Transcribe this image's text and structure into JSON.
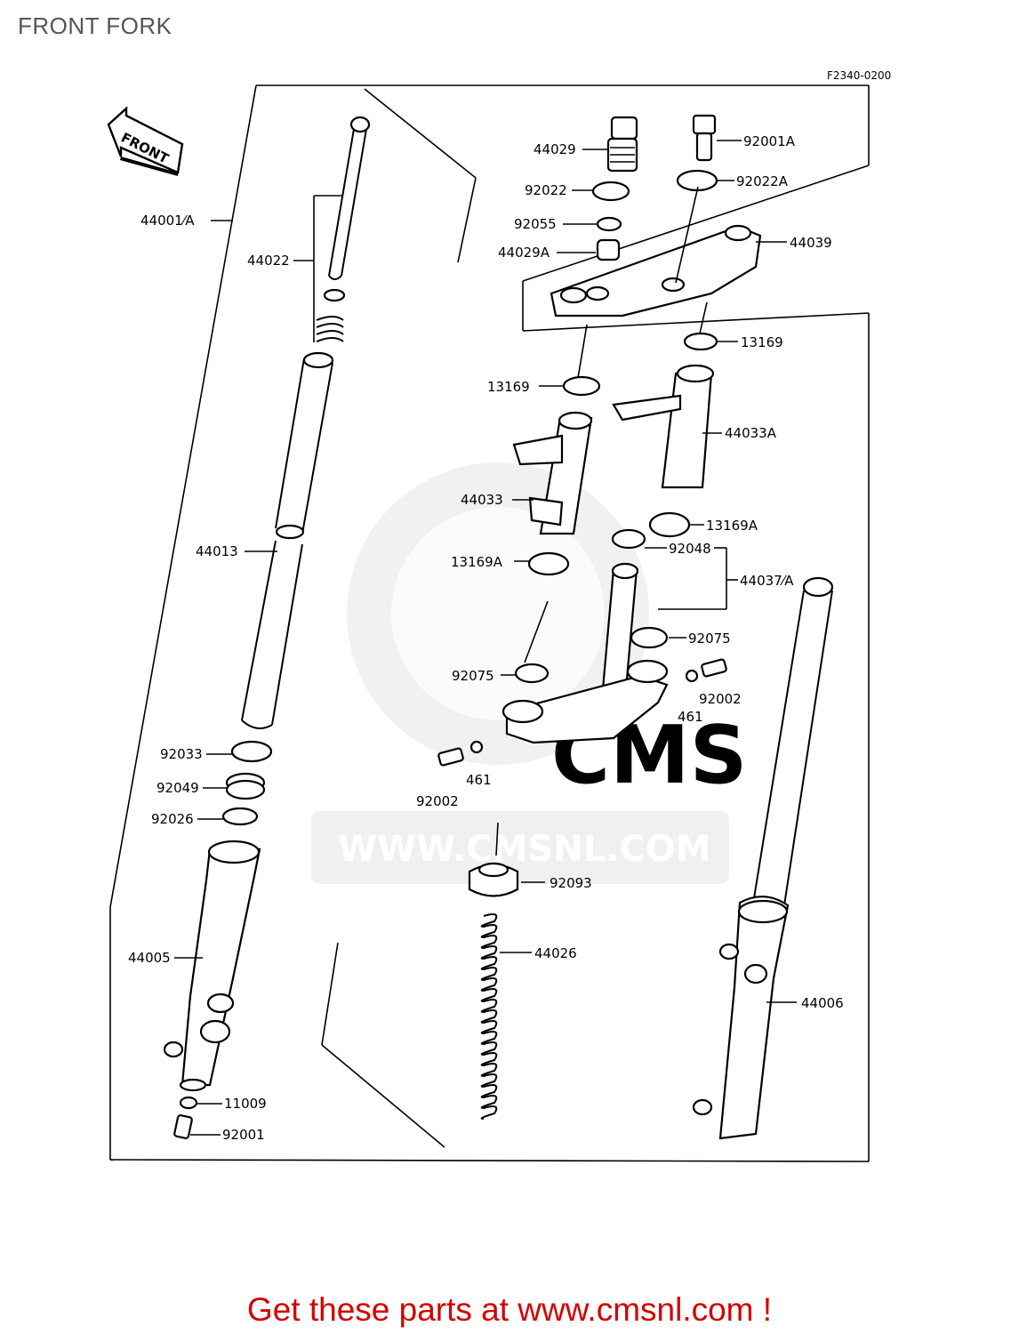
{
  "title": "FRONT FORK",
  "figure_code": "F2340-0200",
  "front_arrow_label": "FRONT",
  "watermark": "WWW.CMSNL.COM",
  "watermark_logo": "CMS",
  "footer": "Get these parts at www.cmsnl.com !",
  "footer_color": "#d40000",
  "labels": {
    "p44001A": "44001⁄A",
    "p44022": "44022",
    "p44013": "44013",
    "p92033": "92033",
    "p92049": "92049",
    "p92026": "92026",
    "p44005": "44005",
    "p11009": "11009",
    "p92001": "92001",
    "p44029": "44029",
    "p92022": "92022",
    "p92055": "92055",
    "p44029A": "44029A",
    "p92001A": "92001A",
    "p92022A": "92022A",
    "p44039": "44039",
    "p13169_r": "13169",
    "p13169_l": "13169",
    "p44033A": "44033A",
    "p44033": "44033",
    "p13169A_r": "13169A",
    "p92048": "92048",
    "p44037A": "44037⁄A",
    "p13169A_l": "13169A",
    "p92075_r": "92075",
    "p92075_l": "92075",
    "p92002_r": "92002",
    "p461_r": "461",
    "p461_l": "461",
    "p92002_l": "92002",
    "p92093": "92093",
    "p44026": "44026",
    "p44006": "44006"
  }
}
